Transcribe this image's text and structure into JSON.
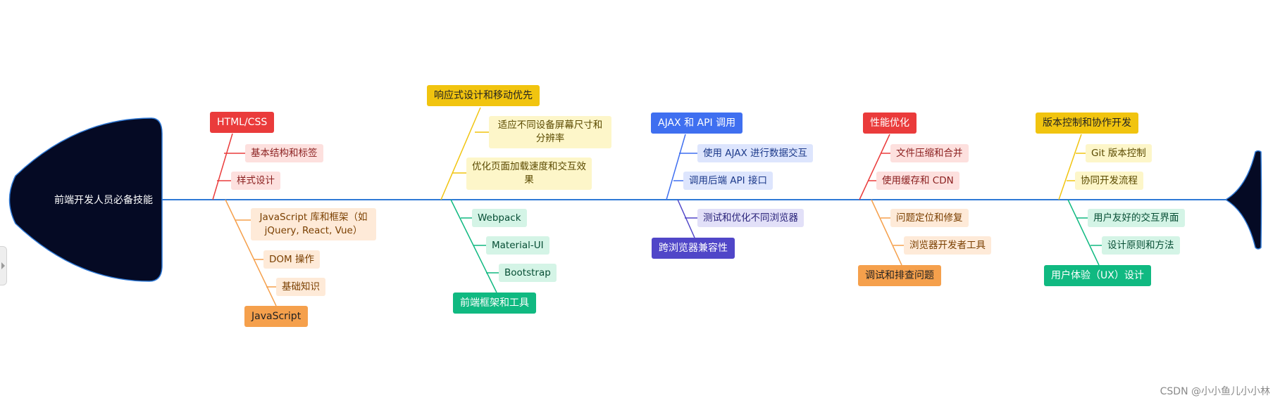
{
  "title": "前端开发人员必备技能",
  "watermark": "CSDN @小小鱼儿小小林",
  "colors": {
    "spine": "#2f79d6",
    "head_fill": "#050a24",
    "red": "#ea3b3b",
    "yellow": "#f1c40f",
    "blue": "#3f6ff0",
    "orange": "#f5a04c",
    "green": "#10b981",
    "indigo": "#5046c8"
  },
  "categories": {
    "html_css": {
      "label": "HTML/CSS",
      "items": [
        "基本结构和标签",
        "样式设计"
      ]
    },
    "responsive": {
      "label": "响应式设计和移动优先",
      "items": [
        "适应不同设备屏幕尺寸和分辨率",
        "优化页面加载速度和交互效果"
      ]
    },
    "ajax": {
      "label": "AJAX 和 API 调用",
      "items": [
        "使用 AJAX 进行数据交互",
        "调用后端 API 接口"
      ]
    },
    "performance": {
      "label": "性能优化",
      "items": [
        "文件压缩和合并",
        "使用缓存和 CDN"
      ]
    },
    "version": {
      "label": "版本控制和协作开发",
      "items": [
        "Git 版本控制",
        "协同开发流程"
      ]
    },
    "javascript": {
      "label": "JavaScript",
      "items": [
        "JavaScript 库和框架（如 jQuery, React, Vue）",
        "DOM 操作",
        "基础知识"
      ]
    },
    "frameworks": {
      "label": "前端框架和工具",
      "items": [
        "Webpack",
        "Material-UI",
        "Bootstrap"
      ]
    },
    "compat": {
      "label": "跨浏览器兼容性",
      "items": [
        "测试和优化不同浏览器"
      ]
    },
    "debug": {
      "label": "调试和排查问题",
      "items": [
        "问题定位和修复",
        "浏览器开发者工具"
      ]
    },
    "ux": {
      "label": "用户体验（UX）设计",
      "items": [
        "用户友好的交互界面",
        "设计原则和方法"
      ]
    }
  }
}
